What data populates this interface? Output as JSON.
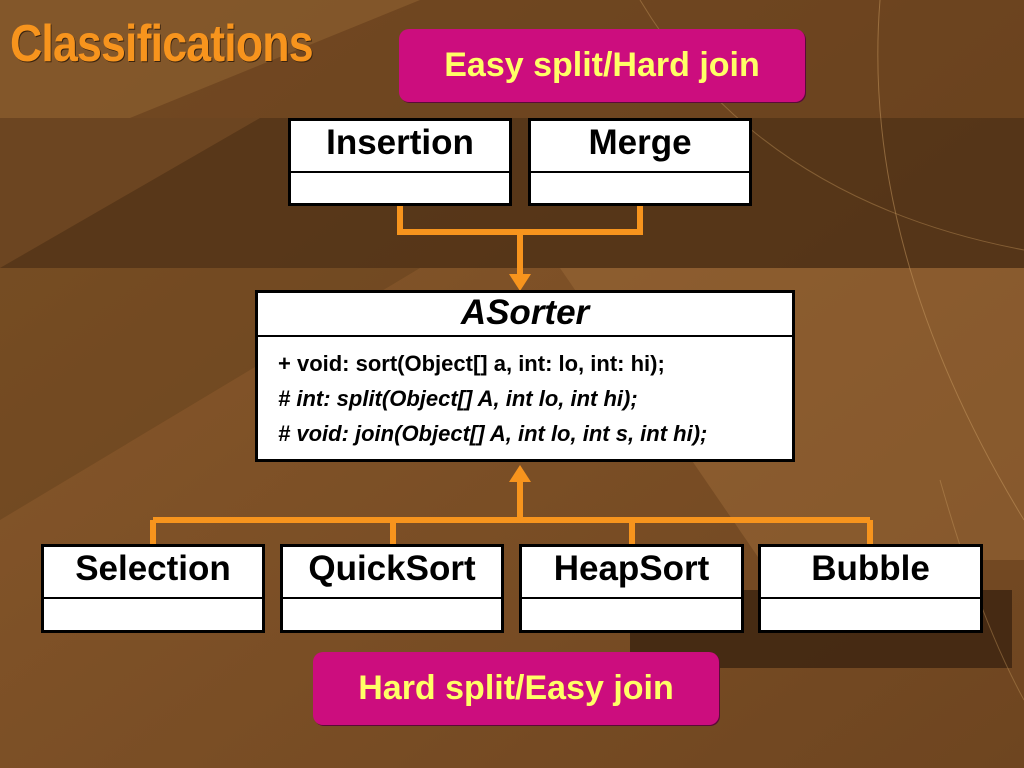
{
  "slide": {
    "title": "Classifications",
    "top_label": "Easy split/Hard join",
    "bottom_label": "Hard split/Easy join"
  },
  "classes": {
    "top": [
      {
        "name": "Insertion"
      },
      {
        "name": "Merge"
      }
    ],
    "base": {
      "name": "ASorter",
      "methods": [
        "+ void: sort(Object[] a, int: lo, int: hi);",
        "# int: split(Object[] A, int lo, int hi);",
        "# void: join(Object[] A, int lo, int s, int hi);"
      ]
    },
    "bottom": [
      {
        "name": "Selection"
      },
      {
        "name": "QuickSort"
      },
      {
        "name": "HeapSort"
      },
      {
        "name": "Bubble"
      }
    ]
  },
  "colors": {
    "title": "#f7941d",
    "badge_fill": "#cc0d7e",
    "badge_text": "#ffff66",
    "connector": "#f7941d",
    "background": "#7a4f26"
  }
}
